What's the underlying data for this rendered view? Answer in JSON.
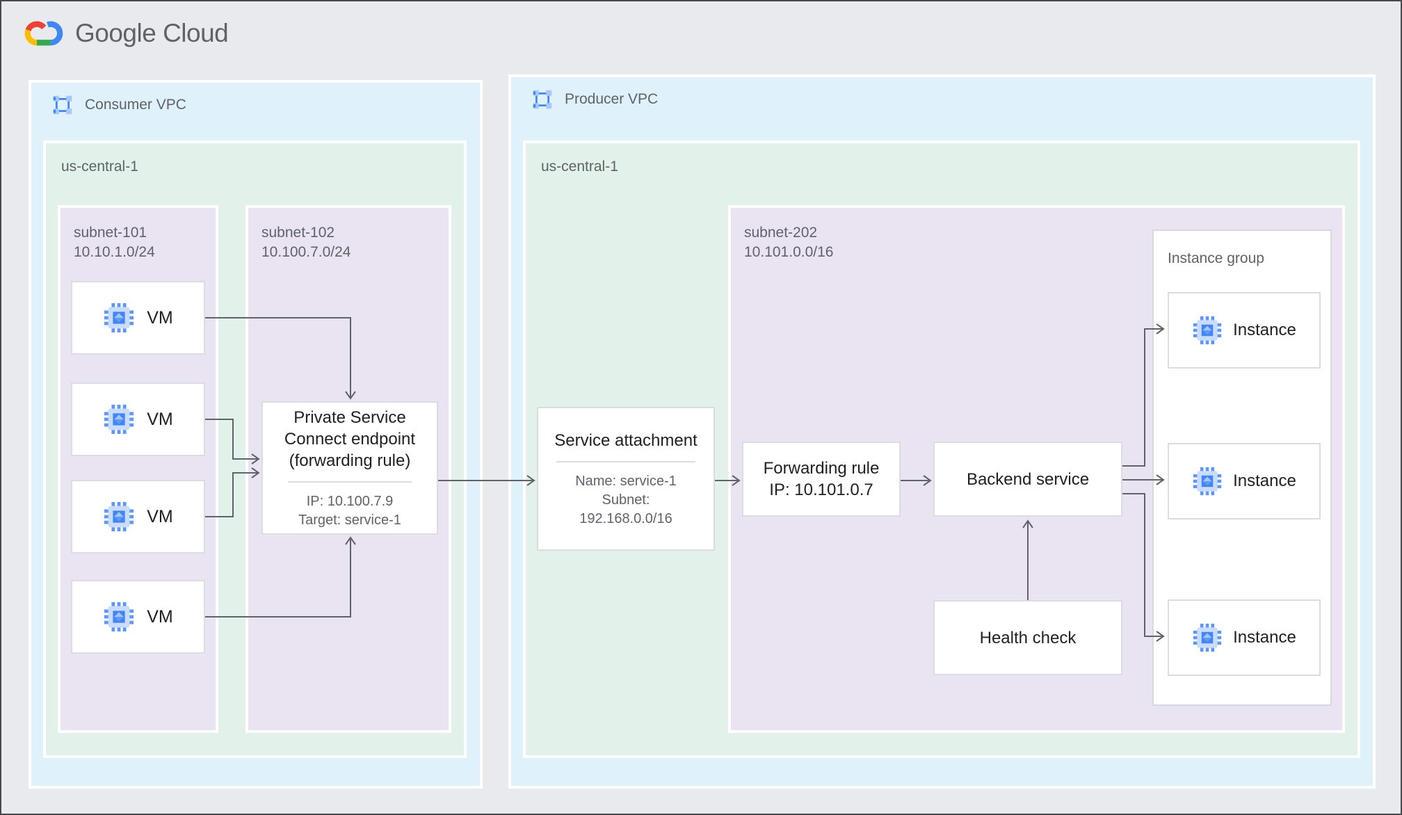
{
  "brand": {
    "label": "Google Cloud"
  },
  "colors": {
    "page_bg": "#E8EAED",
    "vpc_blue": "#DFF1FB",
    "region_green": "#E2F1E9",
    "subnet_purple": "#EAE4F2",
    "node_white": "#FFFFFF",
    "node_border": "#DADCE0",
    "text_dark": "#202124",
    "text_gray": "#5F6368",
    "arrow_gray": "#5F6368",
    "google_blue": "#4285F4",
    "google_red": "#EA4335",
    "google_yellow": "#FBBC04",
    "google_green": "#34A853",
    "icon_light_blue": "#C9DCFB",
    "icon_pin_blue": "#5E97F6"
  },
  "consumer_vpc": {
    "label": "Consumer VPC",
    "region": {
      "label": "us-central-1",
      "subnet101": {
        "name": "subnet-101",
        "cidr": "10.10.1.0/24",
        "vms": [
          "VM",
          "VM",
          "VM",
          "VM"
        ]
      },
      "subnet102": {
        "name": "subnet-102",
        "cidr": "10.100.7.0/24",
        "psc_endpoint": {
          "title": "Private Service Connect endpoint (forwarding rule)",
          "ip": "IP: 10.100.7.9",
          "target": "Target: service-1"
        }
      }
    }
  },
  "producer_vpc": {
    "label": "Producer VPC",
    "region": {
      "label": "us-central-1",
      "service_attachment": {
        "title": "Service attachment",
        "name_line": "Name: service-1",
        "subnet_line": "Subnet: 192.168.0.0/16"
      },
      "subnet202": {
        "name": "subnet-202",
        "cidr": "10.101.0.0/16",
        "forwarding_rule": {
          "title": "Forwarding rule",
          "ip": "IP: 10.101.0.7"
        },
        "backend_service": {
          "label": "Backend service"
        },
        "health_check": {
          "label": "Health check"
        },
        "instance_group": {
          "label": "Instance group",
          "instances": [
            "Instance",
            "Instance",
            "Instance"
          ]
        }
      }
    }
  }
}
